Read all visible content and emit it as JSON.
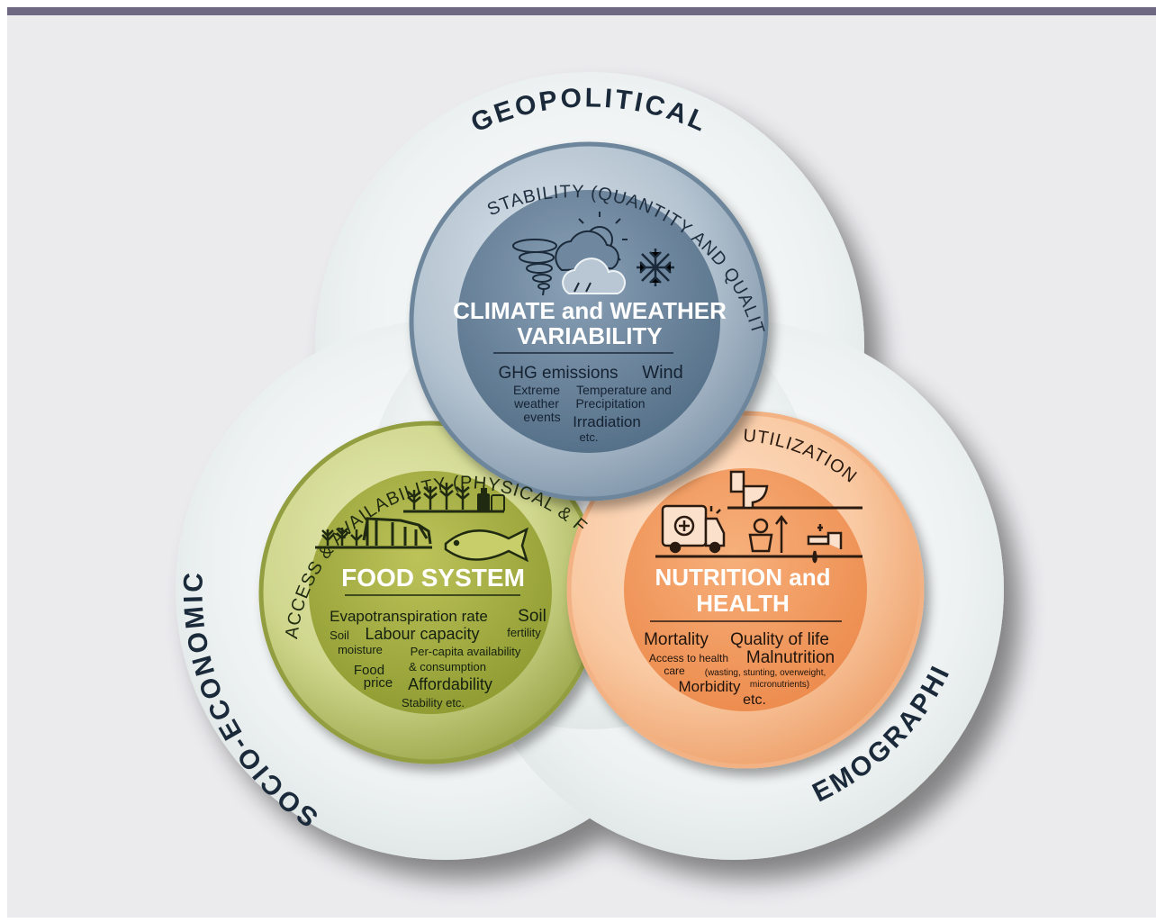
{
  "outer_labels": {
    "top": "GEOPOLITICAL",
    "left": "SOCIO-ECONOMIC",
    "right": "DEMOGRAPHIC"
  },
  "stability": {
    "arc_label": "STABILITY (QUANTITY AND QUALITY)",
    "title_line1": "CLIMATE and WEATHER",
    "title_line2": "VARIABILITY",
    "terms": {
      "ghg": "GHG emissions",
      "wind": "Wind",
      "extreme1": "Extreme",
      "extreme2": "weather",
      "extreme3": "events",
      "temp1": "Temperature and",
      "temp2": "Precipitation",
      "irradiation": "Irradiation",
      "etc": "etc."
    },
    "icons": [
      "tornado-icon",
      "sun-cloud-icon",
      "rain-cloud-icon",
      "snowflake-icon"
    ]
  },
  "access": {
    "arc_label": "ACCESS & AVAILABILITY (PHYSICAL & FINANCIAL)",
    "title": "FOOD SYSTEM",
    "terms": {
      "evapo": "Evapotranspiration rate",
      "soil_fert1": "Soil",
      "soil_fert2": "fertility",
      "soil_moist1": "Soil",
      "soil_moist2": "moisture",
      "labour": "Labour capacity",
      "percap1": "Per-capita availability",
      "percap2": "& consumption",
      "food_price1": "Food",
      "food_price2": "price",
      "affordability": "Affordability",
      "stability": "Stability etc."
    },
    "icons": [
      "crops-icon",
      "cow-icon",
      "fish-icon",
      "milk-containers-icon"
    ]
  },
  "utilization": {
    "arc_label": "UTILIZATION",
    "title_line1": "NUTRITION and",
    "title_line2": "HEALTH",
    "terms": {
      "mortality": "Mortality",
      "quality": "Quality of life",
      "access1": "Access to health",
      "access2": "care",
      "malnutrition": "Malnutrition",
      "malnote1": "(wasting, stunting, overweight,",
      "malnote2": "micronutrients)",
      "morbidity": "Morbidity",
      "etc": "etc."
    },
    "icons": [
      "ambulance-icon",
      "toilet-icon",
      "child-growth-icon",
      "water-tap-icon"
    ]
  },
  "colors": {
    "top_bar": "#6f6883",
    "background": "#ebebee",
    "outer_shape": "#e6ecec",
    "stability_ring": "#8ea2b5",
    "stability_core": "#6f889f",
    "access_ring": "#c4cc7a",
    "access_core": "#a8b245",
    "utilization_ring": "#f8c49c",
    "utilization_core": "#f0975e",
    "label_dark": "#1b2a3a"
  }
}
